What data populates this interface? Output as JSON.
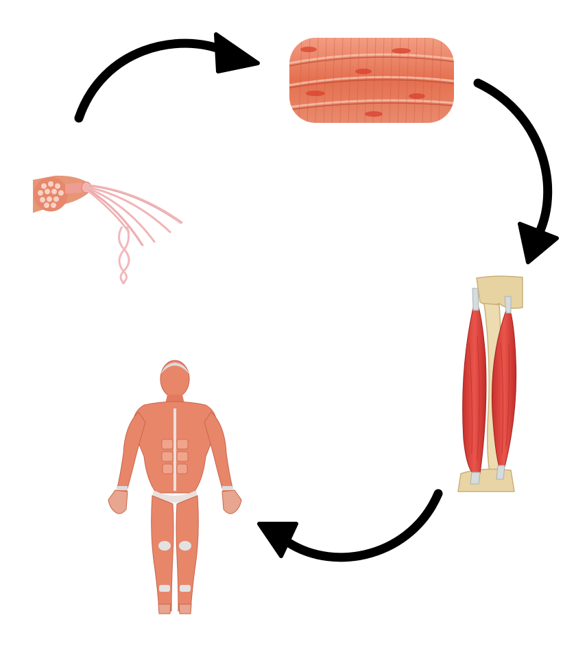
{
  "diagram": {
    "kind": "cycle",
    "stages": [
      {
        "id": "myofibril",
        "icon": "myofibril-bundle-icon"
      },
      {
        "id": "muscle-fiber",
        "icon": "muscle-fiber-tissue-icon"
      },
      {
        "id": "skeletal-muscle",
        "icon": "forearm-muscle-icon"
      },
      {
        "id": "muscular-system",
        "icon": "human-muscular-system-icon"
      }
    ],
    "arrows": [
      {
        "from": "myofibril",
        "to": "muscle-fiber"
      },
      {
        "from": "muscle-fiber",
        "to": "skeletal-muscle"
      },
      {
        "from": "skeletal-muscle",
        "to": "muscular-system"
      }
    ],
    "colors": {
      "arrow": "#000000",
      "muscle": "#e8866a",
      "muscle_dark": "#d9604a",
      "tissue": "#e5755a",
      "tendon": "#d8dcdc",
      "bone": "#e8d7a8",
      "fibril": "#f2b7b7"
    }
  }
}
